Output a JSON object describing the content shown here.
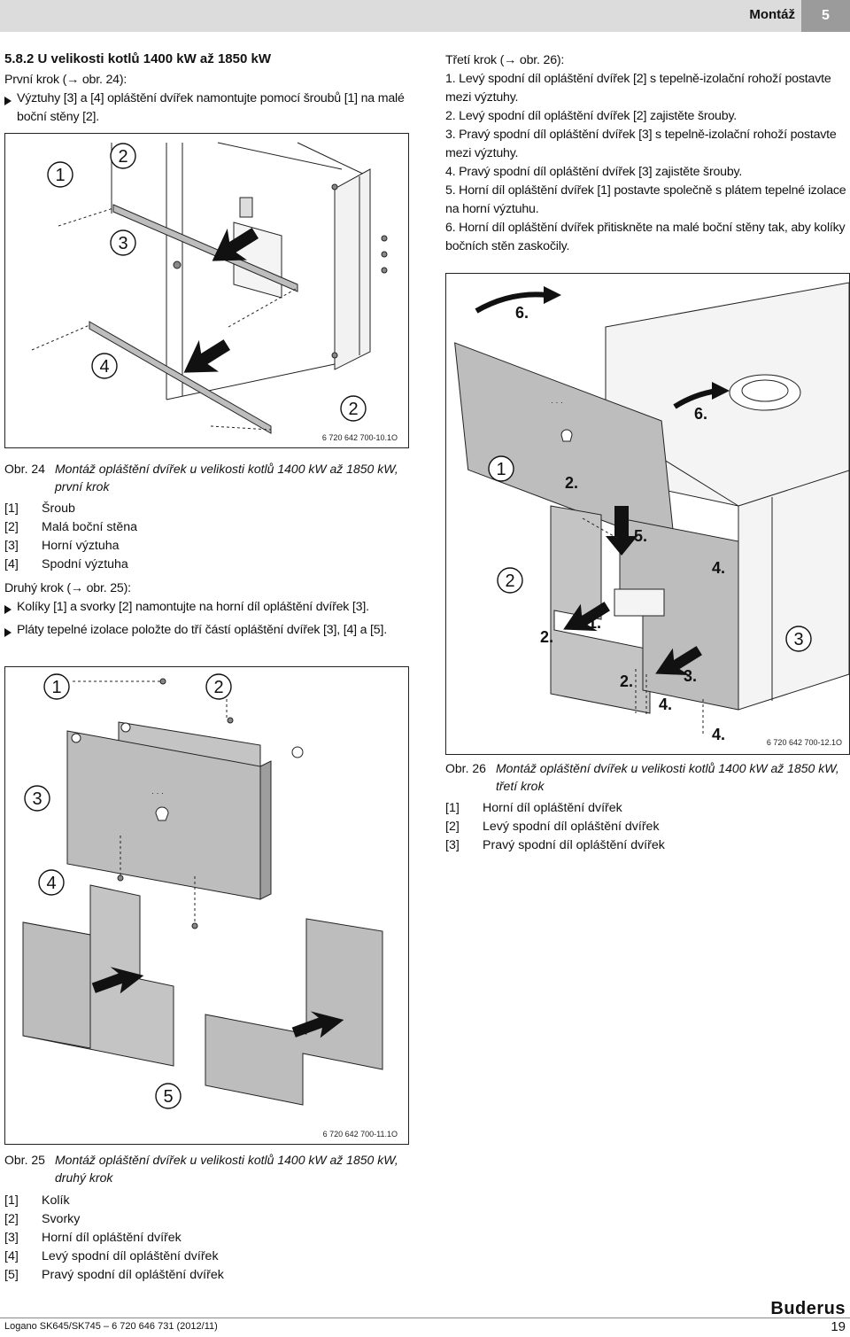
{
  "header": {
    "chapter": "Montáž",
    "chapter_number": "5"
  },
  "section": {
    "heading": "5.8.2   U velikosti kotlů 1400 kW až 1850 kW",
    "step1_title": "První krok (→ obr. 24):",
    "step1_item": "Výztuhy [3] a [4] opláštění dvířek namontujte pomocí šroubů [1] na malé boční stěny [2]."
  },
  "fig24": {
    "code": "6 720 642 700-10.1O",
    "callouts": [
      "1",
      "2",
      "3",
      "4",
      "2"
    ],
    "caption_num": "Obr. 24",
    "caption_text": "Montáž opláštění dvířek u velikosti kotlů 1400 kW až 1850 kW, první krok",
    "legend": [
      {
        "k": "[1]",
        "v": "Šroub"
      },
      {
        "k": "[2]",
        "v": "Malá boční stěna"
      },
      {
        "k": "[3]",
        "v": "Horní výztuha"
      },
      {
        "k": "[4]",
        "v": "Spodní výztuha"
      }
    ]
  },
  "step2": {
    "title": "Druhý krok (→ obr. 25):",
    "items": [
      "Kolíky [1] a svorky [2] namontujte na horní díl opláštění dvířek [3].",
      "Pláty tepelné izolace položte do tří částí opláštění dvířek [3], [4] a [5]."
    ]
  },
  "fig25": {
    "code": "6 720 642 700-11.1O",
    "callouts": [
      "1",
      "2",
      "3",
      "4",
      "5"
    ],
    "caption_num": "Obr. 25",
    "caption_text": "Montáž opláštění dvířek u velikosti kotlů 1400 kW až 1850 kW, druhý krok",
    "legend": [
      {
        "k": "[1]",
        "v": "Kolík"
      },
      {
        "k": "[2]",
        "v": "Svorky"
      },
      {
        "k": "[3]",
        "v": "Horní díl opláštění dvířek"
      },
      {
        "k": "[4]",
        "v": "Levý spodní díl opláštění dvířek"
      },
      {
        "k": "[5]",
        "v": "Pravý spodní díl opláštění dvířek"
      }
    ]
  },
  "step3": {
    "title": "Třetí krok (→ obr. 26):",
    "items": [
      "1. Levý spodní díl opláštění dvířek [2] s tepelně-izolační rohoží postavte mezi výztuhy.",
      "2. Levý spodní díl opláštění dvířek [2] zajistěte šrouby.",
      "3. Pravý spodní díl opláštění dvířek [3] s tepelně-izolační rohoží postavte mezi výztuhy.",
      "4. Pravý spodní díl opláštění dvířek [3] zajistěte šrouby.",
      "5. Horní díl opláštění dvířek [1] postavte společně s plátem tepelné izolace na horní výztuhu.",
      "6. Horní díl opláštění dvířek přitiskněte na malé boční stěny tak, aby kolíky bočních stěn zaskočily."
    ]
  },
  "fig26": {
    "code": "6 720 642 700-12.1O",
    "callouts": [
      "1",
      "2",
      "3"
    ],
    "step_labels": [
      "6.",
      "6.",
      "2.",
      "5.",
      "4.",
      "1.",
      "2.",
      "3.",
      "2.",
      "4.",
      "4."
    ],
    "caption_num": "Obr. 26",
    "caption_text": "Montáž opláštění dvířek u velikosti kotlů 1400 kW až 1850 kW, třetí krok",
    "legend": [
      {
        "k": "[1]",
        "v": "Horní díl opláštění dvířek"
      },
      {
        "k": "[2]",
        "v": "Levý spodní díl opláštění dvířek"
      },
      {
        "k": "[3]",
        "v": "Pravý spodní díl opláštění dvířek"
      }
    ]
  },
  "footer": {
    "doc": "Logano SK645/SK745 – 6 720 646 731 (2012/11)",
    "page": "19",
    "brand": "Buderus"
  }
}
